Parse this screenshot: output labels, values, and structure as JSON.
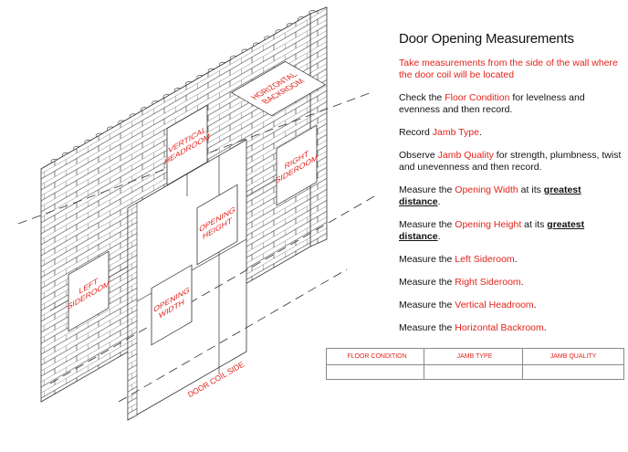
{
  "title": "Door Opening Measurements",
  "intro": "Take measurements from the side of the wall where the door coil will be located",
  "steps": [
    {
      "pre": "Check the ",
      "hl": "Floor Condition",
      "post": " for levelness and evenness and then record."
    },
    {
      "pre": "Record ",
      "hl": "Jamb Type",
      "post": "."
    },
    {
      "pre": "Observe ",
      "hl": "Jamb Quality",
      "post": " for strength, plumbness, twist and unevenness and then record."
    },
    {
      "pre": "Measure the ",
      "hl": "Opening Width",
      "post": " at its ",
      "bold": "greatest distance",
      "end": "."
    },
    {
      "pre": "Measure the ",
      "hl": "Opening Height",
      "post": " at its ",
      "bold": "greatest distance",
      "end": "."
    },
    {
      "pre": "Measure the ",
      "hl": "Left Sideroom",
      "post": "."
    },
    {
      "pre": "Measure the ",
      "hl": "Right Sideroom",
      "post": "."
    },
    {
      "pre": "Measure the ",
      "hl": "Vertical Headroom",
      "post": "."
    },
    {
      "pre": "Measure the ",
      "hl": "Horizontal Backroom",
      "post": "."
    }
  ],
  "record_boxes": [
    "FLOOR CONDITION",
    "JAMB TYPE",
    "JAMB QUALITY"
  ],
  "diagram": {
    "vertical_headroom": [
      "VERTICAL",
      "HEADROOM"
    ],
    "horizontal_backroom": [
      "HORIZONTAL",
      "BACKROOM"
    ],
    "right_sideroom": [
      "RIGHT",
      "SIDEROOM"
    ],
    "opening_height": [
      "OPENING",
      "HEIGHT"
    ],
    "left_sideroom": [
      "LEFT",
      "SIDEROOM"
    ],
    "opening_width": [
      "OPENING",
      "WIDTH"
    ],
    "door_coil_side": "DOOR COIL SIDE"
  },
  "colors": {
    "accent": "#e2231a",
    "line": "#333333"
  }
}
